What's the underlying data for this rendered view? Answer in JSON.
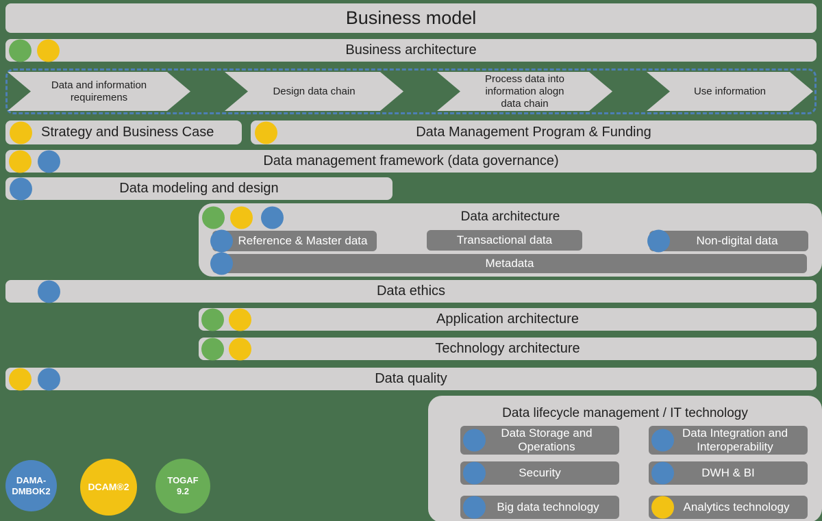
{
  "colors": {
    "background": "#47714d",
    "bar_light": "#d2d0d0",
    "bar_dark": "#7d7d7d",
    "dot_blue": "#4d86c0",
    "dot_yellow": "#f2c214",
    "dot_green": "#69ad56",
    "dashed_border": "#4d7fb5",
    "text_dark": "#1f1f1f"
  },
  "title": "Business model",
  "rows": {
    "business_architecture": "Business architecture",
    "strategy": "Strategy and Business Case",
    "dm_program": "Data Management Program & Funding",
    "dm_framework": "Data management framework (data governance)",
    "data_modeling": "Data modeling and design",
    "data_ethics": "Data ethics",
    "app_architecture": "Application architecture",
    "tech_architecture": "Technology architecture",
    "data_quality": "Data quality"
  },
  "process_chain": {
    "steps": [
      "Data and information\nrequiremens",
      "Design data chain",
      "Process data into\ninformation  alogn\ndata chain",
      "Use information"
    ]
  },
  "data_architecture": {
    "title": "Data architecture",
    "ref_master": "Reference & Master data",
    "transactional": "Transactional data",
    "non_digital": "Non-digital data",
    "metadata": "Metadata"
  },
  "lifecycle": {
    "title": "Data lifecycle management / IT technology",
    "items": [
      {
        "label": "Data Storage and Operations",
        "framework": "dama"
      },
      {
        "label": "Data Integration and Interoperability",
        "framework": "dama"
      },
      {
        "label": "Security",
        "framework": "dama"
      },
      {
        "label": "DWH & BI",
        "framework": "dama"
      },
      {
        "label": "Big data technology",
        "framework": "dama"
      },
      {
        "label": "Analytics technology",
        "framework": "dcam"
      }
    ]
  },
  "legend": {
    "dama": "DAMA-\nDMBOK2",
    "dcam": "DCAM®2",
    "togaf": "TOGAF\n9.2"
  }
}
